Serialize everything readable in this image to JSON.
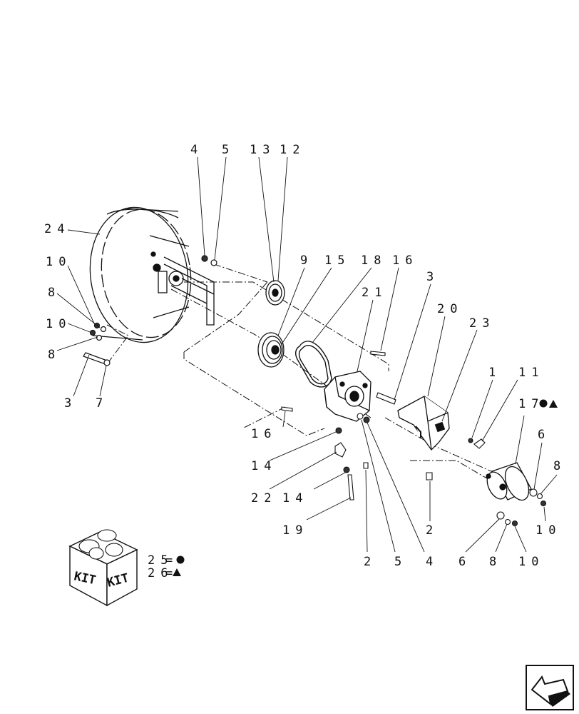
{
  "callouts": {
    "c4a": "4",
    "c5a": "5",
    "c13": "13",
    "c12": "12",
    "c24": "24",
    "c10a": "10",
    "c8a": "8",
    "c10b": "10",
    "c8b": "8",
    "c3a": "3",
    "c7": "7",
    "c9": "9",
    "c15": "15",
    "c18": "18",
    "c16a": "16",
    "c3b": "3",
    "c21": "21",
    "c20": "20",
    "c23": "23",
    "c1": "1",
    "c11": "11",
    "c17": "17",
    "c6a": "6",
    "c8c": "8",
    "c10c": "10",
    "c16b": "16",
    "c14a": "14",
    "c22": "22",
    "c14b": "14",
    "c19": "19",
    "c2a": "2",
    "c5b": "5",
    "c4b": "4",
    "c2b": "2",
    "c6b": "6",
    "c8d": "8",
    "c10d": "10"
  },
  "kit": {
    "box_label_left": "KIT",
    "box_label_right": "KIT",
    "legend": [
      {
        "number": "25",
        "symbol": "circle"
      },
      {
        "number": "26",
        "symbol": "triangle"
      }
    ]
  },
  "colors": {
    "ink": "#111111",
    "paper": "#ffffff"
  },
  "icons": {
    "nav": "previous-page-arrow-icon"
  }
}
